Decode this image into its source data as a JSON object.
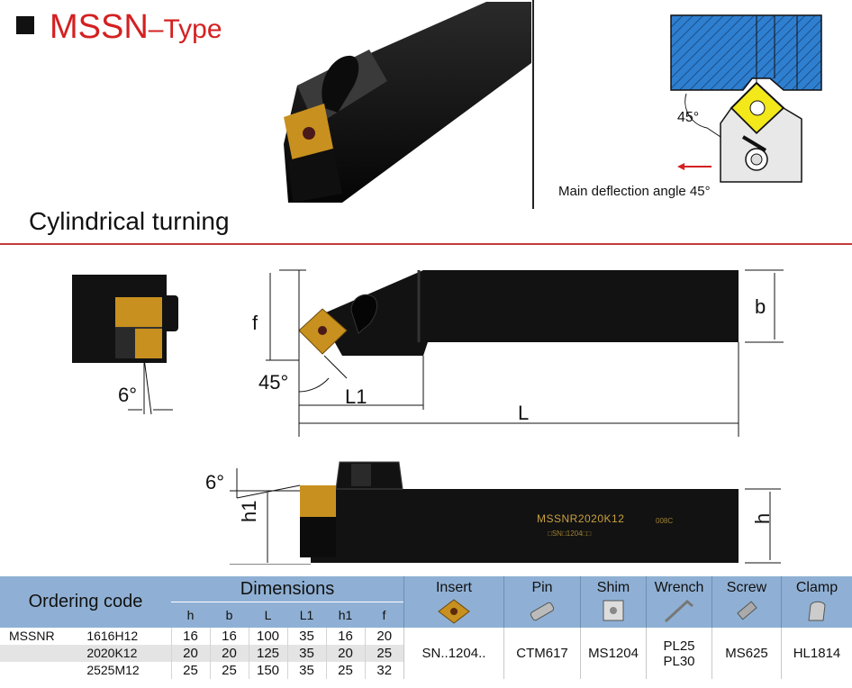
{
  "page": {
    "title_main": "MSSN",
    "title_suffix": "–Type",
    "subtitle": "Cylindrical turning",
    "deflection_caption": "Main deflection angle 45°"
  },
  "diagram_labels": {
    "angle_top": "45°",
    "side_angle": "6°",
    "dim_f": "f",
    "dim_b": "b",
    "dim_45": "45°",
    "dim_L1": "L1",
    "dim_L": "L",
    "side_6": "6°",
    "dim_h1": "h1",
    "dim_h": "h",
    "body_marking": "MSSNR2020K12",
    "body_marking_small": "□SN□1204□□",
    "body_marking_code": "008C"
  },
  "table": {
    "ordering_code_label": "Ordering code",
    "dimensions_label": "Dimensions",
    "columns": [
      "h",
      "b",
      "L",
      "L1",
      "h1",
      "f"
    ],
    "accessories": [
      {
        "label": "Insert",
        "icon": "insert-icon",
        "value": "SN..1204.."
      },
      {
        "label": "Pin",
        "icon": "pin-icon",
        "value": "CTM617"
      },
      {
        "label": "Shim",
        "icon": "shim-icon",
        "value": "MS1204"
      },
      {
        "label": "Wrench",
        "icon": "wrench-icon",
        "value": "PL25\nPL30"
      },
      {
        "label": "Screw",
        "icon": "screw-icon",
        "value": "MS625"
      },
      {
        "label": "Clamp",
        "icon": "clamp-icon",
        "value": "HL1814"
      }
    ],
    "wrench_value_1": "PL25",
    "wrench_value_2": "PL30",
    "series": "MSSNR",
    "rows": [
      {
        "code": "1616H12",
        "h": "16",
        "b": "16",
        "L": "100",
        "L1": "35",
        "h1": "16",
        "f": "20"
      },
      {
        "code": "2020K12",
        "h": "20",
        "b": "20",
        "L": "125",
        "L1": "35",
        "h1": "20",
        "f": "25"
      },
      {
        "code": "2525M12",
        "h": "25",
        "b": "25",
        "L": "150",
        "L1": "35",
        "h1": "25",
        "f": "32"
      }
    ]
  },
  "colors": {
    "title_red": "#d42020",
    "divider_red": "#c43a3a",
    "header_blue": "#8fb0d4",
    "insert_gold": "#c8901e",
    "tool_black": "#121212",
    "workpiece_blue": "#2f7fd0",
    "insert_yellow": "#f2e81a"
  }
}
